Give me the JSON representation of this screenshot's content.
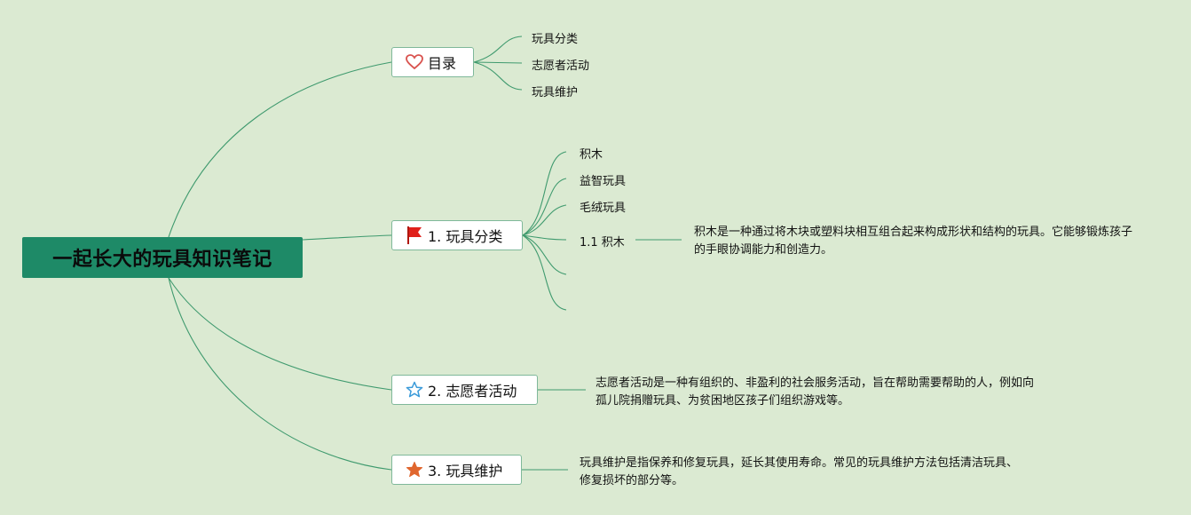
{
  "root": {
    "title": "一起长大的玩具知识笔记"
  },
  "topics": {
    "toc": {
      "label": "目录",
      "icon": "heart-icon",
      "icon_color": "#d9534f",
      "items": [
        "玩具分类",
        "志愿者活动",
        "玩具维护"
      ]
    },
    "categories": {
      "label": "1. 玩具分类",
      "icon": "flag-icon",
      "icon_color": "#e0201b",
      "items": [
        "积木",
        "益智玩具",
        "毛绒玩具",
        "1.1 积木"
      ],
      "note": "积木是一种通过将木块或塑料块相互组合起来构成形状和结构的玩具。它能够锻炼孩子的手眼协调能力和创造力。"
    },
    "volunteer": {
      "label": "2. 志愿者活动",
      "icon": "star-outline-icon",
      "icon_color": "#3a9ad9",
      "note": "志愿者活动是一种有组织的、非盈利的社会服务活动，旨在帮助需要帮助的人，例如向孤儿院捐赠玩具、为贫困地区孩子们组织游戏等。"
    },
    "maintenance": {
      "label": "3. 玩具维护",
      "icon": "star-filled-icon",
      "icon_color": "#e0662e",
      "note": "玩具维护是指保养和修复玩具，延长其使用寿命。常见的玩具维护方法包括清洁玩具、修复损坏的部分等。"
    }
  },
  "colors": {
    "background": "#dbead2",
    "root": "#1e8a67",
    "link": "#3f9a6e"
  }
}
